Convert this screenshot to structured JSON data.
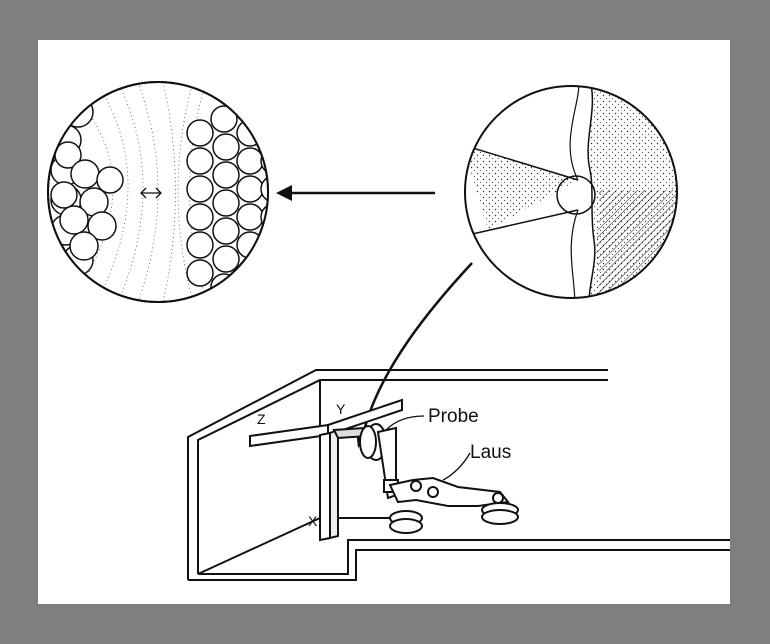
{
  "colors": {
    "background": "#7f7f7f",
    "panel": "#ffffff",
    "ink": "#111111"
  },
  "labels": {
    "axis_z": "Z",
    "axis_y": "Y",
    "axis_x": "X",
    "probe": "Probe",
    "laus": "Laus"
  },
  "icons": [
    "double-arrow-icon",
    "arrow-left-icon",
    "curved-arrow-icon"
  ]
}
